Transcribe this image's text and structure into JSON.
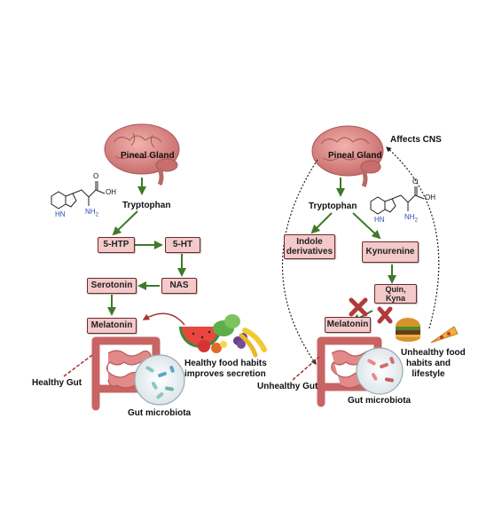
{
  "left": {
    "pineal_label": "Pineal Gland",
    "tryptophan": "Tryptophan",
    "oh_label": "OH",
    "o_label": "O",
    "nh_label": "HN",
    "nh2_label": "NH",
    "nh2_sub": "2",
    "step_5htp": "5-HTP",
    "step_5ht": "5-HT",
    "step_nas": "NAS",
    "step_serotonin": "Serotonin",
    "step_melatonin": "Melatonin",
    "food_caption_line1": "Healthy food habits",
    "food_caption_line2": "improves secretion",
    "gut_label": "Healthy Gut",
    "microbiota_label": "Gut microbiota"
  },
  "right": {
    "affects_cns": "Affects CNS",
    "pineal_label": "Pineal Gland",
    "tryptophan": "Tryptophan",
    "oh_label": "OH",
    "o_label": "O",
    "nh_label": "HN",
    "nh2_label": "NH",
    "nh2_sub": "2",
    "indole_line1": "Indole",
    "indole_line2": "derivatives",
    "kynurenine": "Kynurenine",
    "quin_kyna": "Quin,  Kyna",
    "step_melatonin": "Melatonin",
    "food_caption_line1": "Unhealthy food",
    "food_caption_line2": "habits and",
    "food_caption_line3": "lifestyle",
    "gut_label": "Unhealthy Gut",
    "microbiota_label": "Gut microbiota"
  },
  "colors": {
    "arrow_green": "#3d7a2a",
    "box_fill": "#f3c9c9",
    "box_border": "#6b2b2b",
    "brain": "#d98c8c",
    "intestine": "#d97b7b",
    "inhibit_red": "#b23a3a",
    "food_arrow": "#a63232"
  }
}
